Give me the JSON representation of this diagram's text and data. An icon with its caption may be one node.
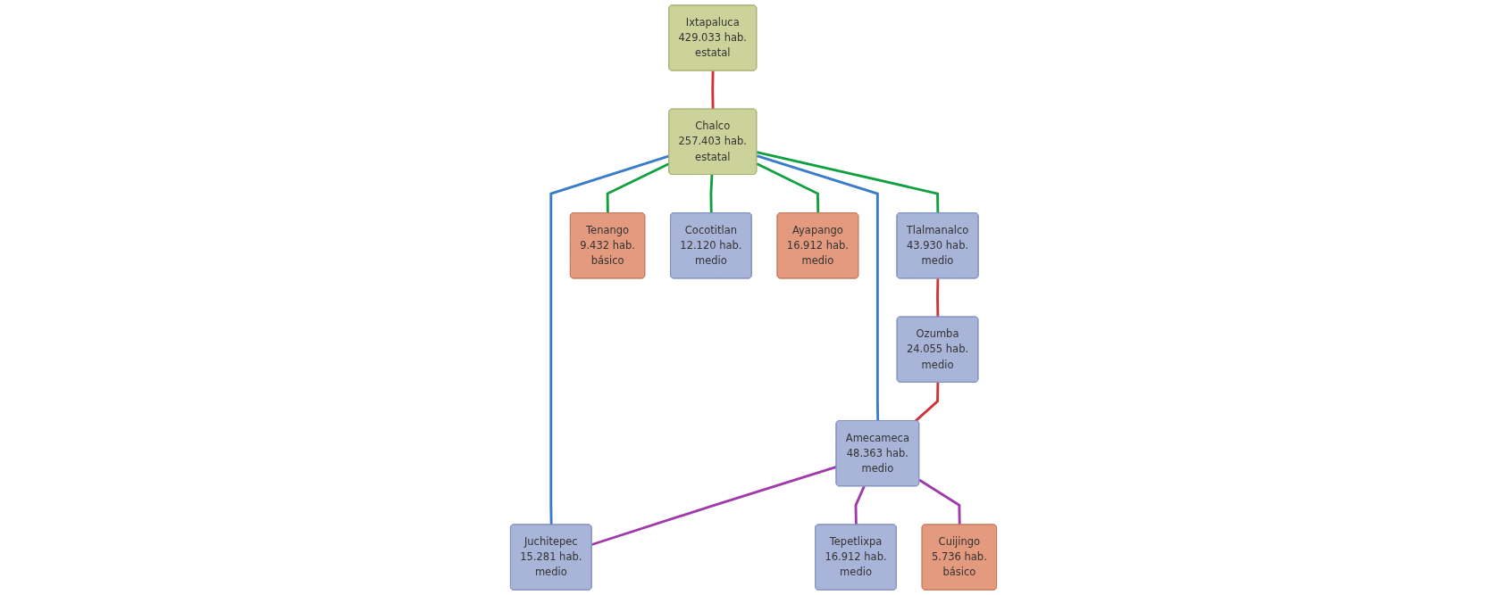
{
  "diagram": {
    "nodes": [
      {
        "text": [
          "Ixtapaluca",
          "429.033 hab.",
          "estatal"
        ]
      },
      {
        "text": [
          "Chalco",
          "257.403 hab.",
          "estatal"
        ]
      },
      {
        "text": [
          "Tlalmanalco",
          "43.930 hab.",
          "medio"
        ]
      },
      {
        "text": [
          "Ozumba",
          "24.055 hab.",
          "medio"
        ]
      },
      {
        "text": [
          "Amecameca",
          "48.363 hab.",
          "medio"
        ]
      },
      {
        "text": [
          "Juchitepec",
          "15.281 hab.",
          "medio"
        ]
      },
      {
        "text": [
          "Tenango",
          "9.432 hab.",
          "básico"
        ]
      },
      {
        "text": [
          "Cocotitlan",
          "12.120 hab.",
          "medio"
        ]
      },
      {
        "text": [
          "Ayapango",
          "16.912 hab.",
          "medio"
        ]
      },
      {
        "text": [
          "Tepetlixpa",
          "16.912 hab.",
          "medio"
        ]
      },
      {
        "text": [
          "Cuijingo",
          "5.736 hab.",
          "básico"
        ]
      }
    ],
    "edges": [
      {
        "from": 0,
        "to": 1,
        "arrow": "none",
        "color": "#d0343a"
      },
      {
        "from": 1,
        "to": 4,
        "arrow": "none",
        "color": "#3a7cc8"
      },
      {
        "from": 1,
        "to": 5,
        "arrow": "none",
        "color": "#3a7cc8"
      },
      {
        "from": 1,
        "to": 2,
        "arrow": "none"
      },
      {
        "from": 1,
        "to": 6,
        "arrow": "none"
      },
      {
        "from": 1,
        "to": 7,
        "arrow": "none"
      },
      {
        "from": 1,
        "to": 8,
        "arrow": "none"
      },
      {
        "from": 2,
        "to": 3,
        "arrow": "none",
        "color": "#d0343a"
      },
      {
        "from": 3,
        "to": 4,
        "arrow": "none",
        "color": "#d0343a"
      },
      {
        "from": 4,
        "to": 5,
        "arrow": "none",
        "color": "#a03aa8"
      },
      {
        "from": 4,
        "to": 9,
        "arrow": "none",
        "color": "#a03aa8"
      },
      {
        "from": 4,
        "to": 10,
        "arrow": "none",
        "color": "#a03aa8"
      }
    ]
  }
}
